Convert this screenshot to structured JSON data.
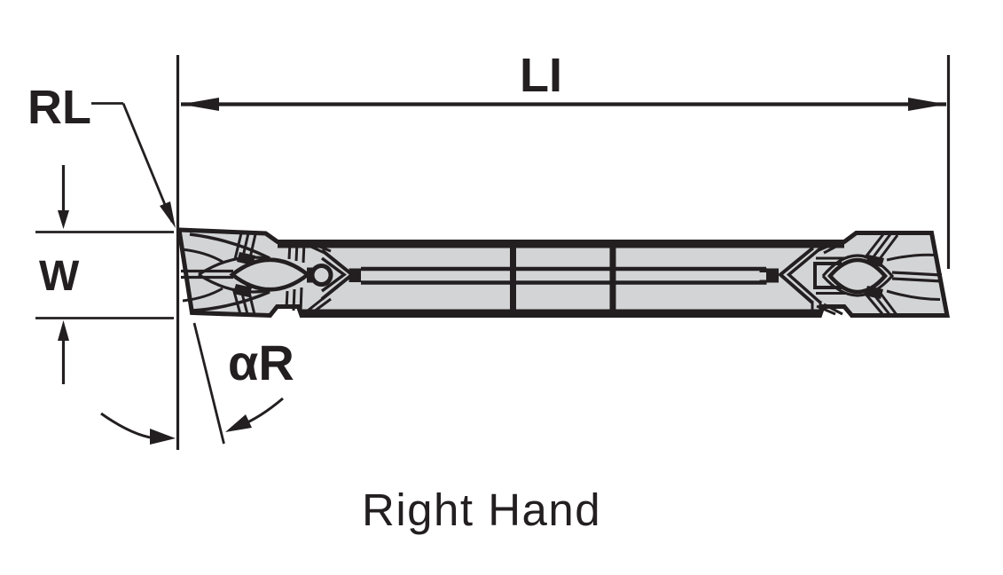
{
  "diagram": {
    "caption": "Right Hand",
    "labels": {
      "li": "LI",
      "rl": "RL",
      "w": "W",
      "alpha_r": "αR"
    },
    "colors": {
      "line": "#231f20",
      "body_fill": "#d3d4d6",
      "background": "#ffffff"
    }
  }
}
